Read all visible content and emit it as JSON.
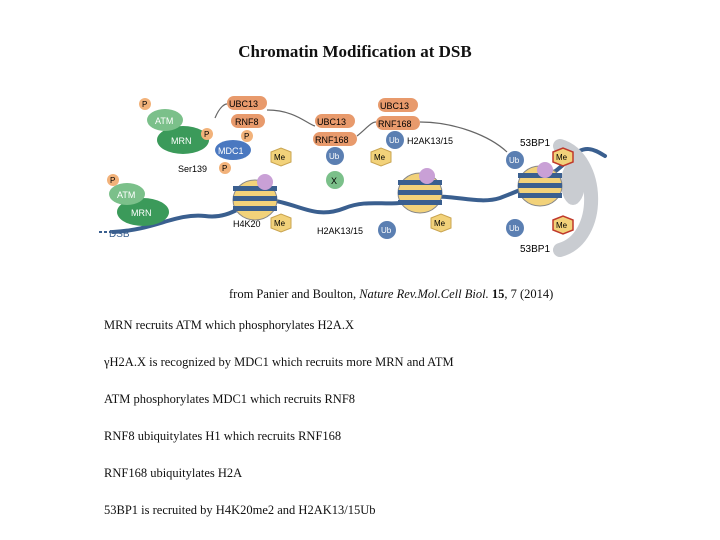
{
  "title": "Chromatin Modification at DSB",
  "diagram": {
    "labels": {
      "p": "P",
      "atm": "ATM",
      "mrn": "MRN",
      "mdc1": "MDC1",
      "ser139": "Ser139",
      "ubc13": "UBC13",
      "rnf8": "RNF8",
      "rnf168": "RNF168",
      "ub": "Ub",
      "me": "Me",
      "x": "X",
      "h2ak13_15": "H2AK13/15",
      "h4k20": "H4K20",
      "bp53_top": "53BP1",
      "bp53_bottom": "53BP1",
      "dsb": "DSB"
    },
    "colors": {
      "dna": "#3a5f8f",
      "mrn_green": "#3b9a5a",
      "atm_green": "#7bc08a",
      "rnf_orange": "#e89a6c",
      "ub_blue": "#5b7fb2",
      "me_yellow": "#f2d27a",
      "bp53_grey": "#c9ccd1",
      "mdc1_blue": "#4a78c0"
    }
  },
  "citation": {
    "prefix": "from Panier and Boulton, ",
    "journal": "Nature Rev.Mol.Cell Biol.",
    "volume": "15",
    "rest": ", 7 (2014)"
  },
  "bullets": [
    "MRN recruits ATM which phosphorylates H2A.X",
    "γH2A.X is recognized by MDC1 which recruits more MRN and ATM",
    "ATM phosphorylates MDC1 which recruits RNF8",
    "RNF8 ubiquitylates H1 which recruits RNF168",
    "RNF168 ubiquitylates H2A",
    "53BP1 is recruited by H4K20me2 and H2AK13/15Ub"
  ]
}
